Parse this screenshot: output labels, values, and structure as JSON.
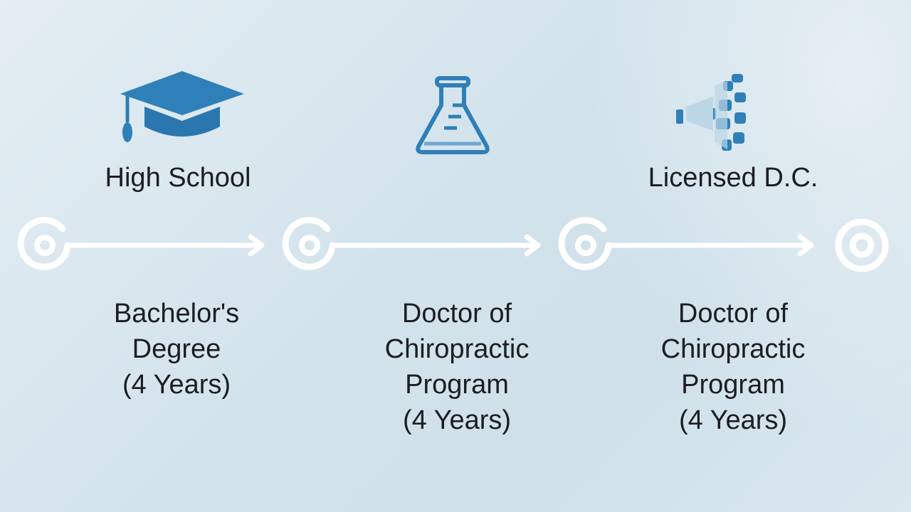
{
  "milestones": {
    "high_school": "High School",
    "licensed": "Licensed D.C."
  },
  "icons": {
    "graduation": "graduation-cap-icon",
    "flask": "flask-icon",
    "license": "license-emblem-icon"
  },
  "stages": [
    {
      "lines": [
        "Bachelor's",
        "Degree",
        "(4 Years)"
      ]
    },
    {
      "lines": [
        "Doctor of",
        "Chiropractic",
        "Program",
        "(4 Years)"
      ]
    },
    {
      "lines": [
        "Doctor of",
        "Chiropractic",
        "Program",
        "(4 Years)"
      ]
    }
  ],
  "colors": {
    "icon_blue": "#2f7fb8",
    "timeline_white": "#ffffff",
    "background": "#d6e5ee"
  }
}
